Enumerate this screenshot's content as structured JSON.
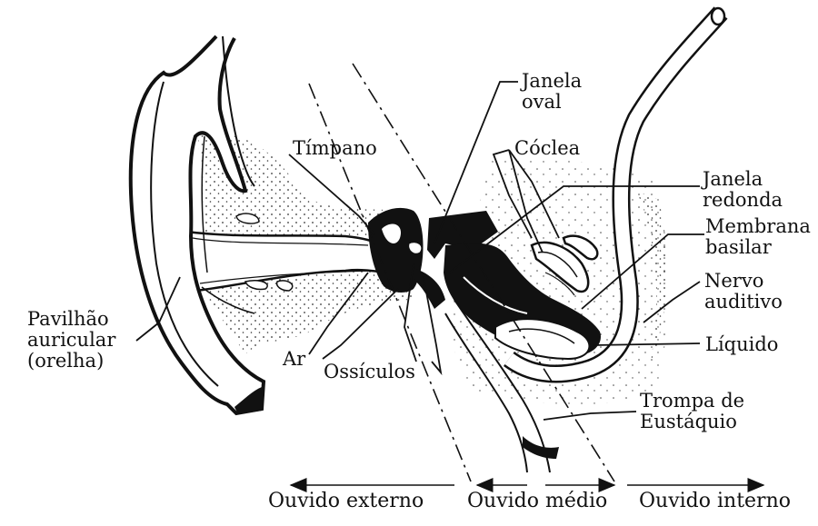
{
  "labels": {
    "janela_oval": [
      "Janela",
      "oval"
    ],
    "timpano": "Tímpano",
    "coclea": "Cóclea",
    "janela_redonda": [
      "Janela",
      "redonda"
    ],
    "membrana_basilar": [
      "Membrana",
      "basilar"
    ],
    "nervo_auditivo": [
      "Nervo",
      "auditivo"
    ],
    "liquido": "Líquido",
    "pavilhao": [
      "Pavilhão",
      "auricular",
      "(orelha)"
    ],
    "ar": "Ar",
    "ossiculos": "Ossículos",
    "trompa": [
      "Trompa de",
      "Eustáquio"
    ]
  },
  "sections": {
    "externo": "Ouvido externo",
    "medio": "Ouvido médio",
    "interno": "Ouvido interno"
  }
}
